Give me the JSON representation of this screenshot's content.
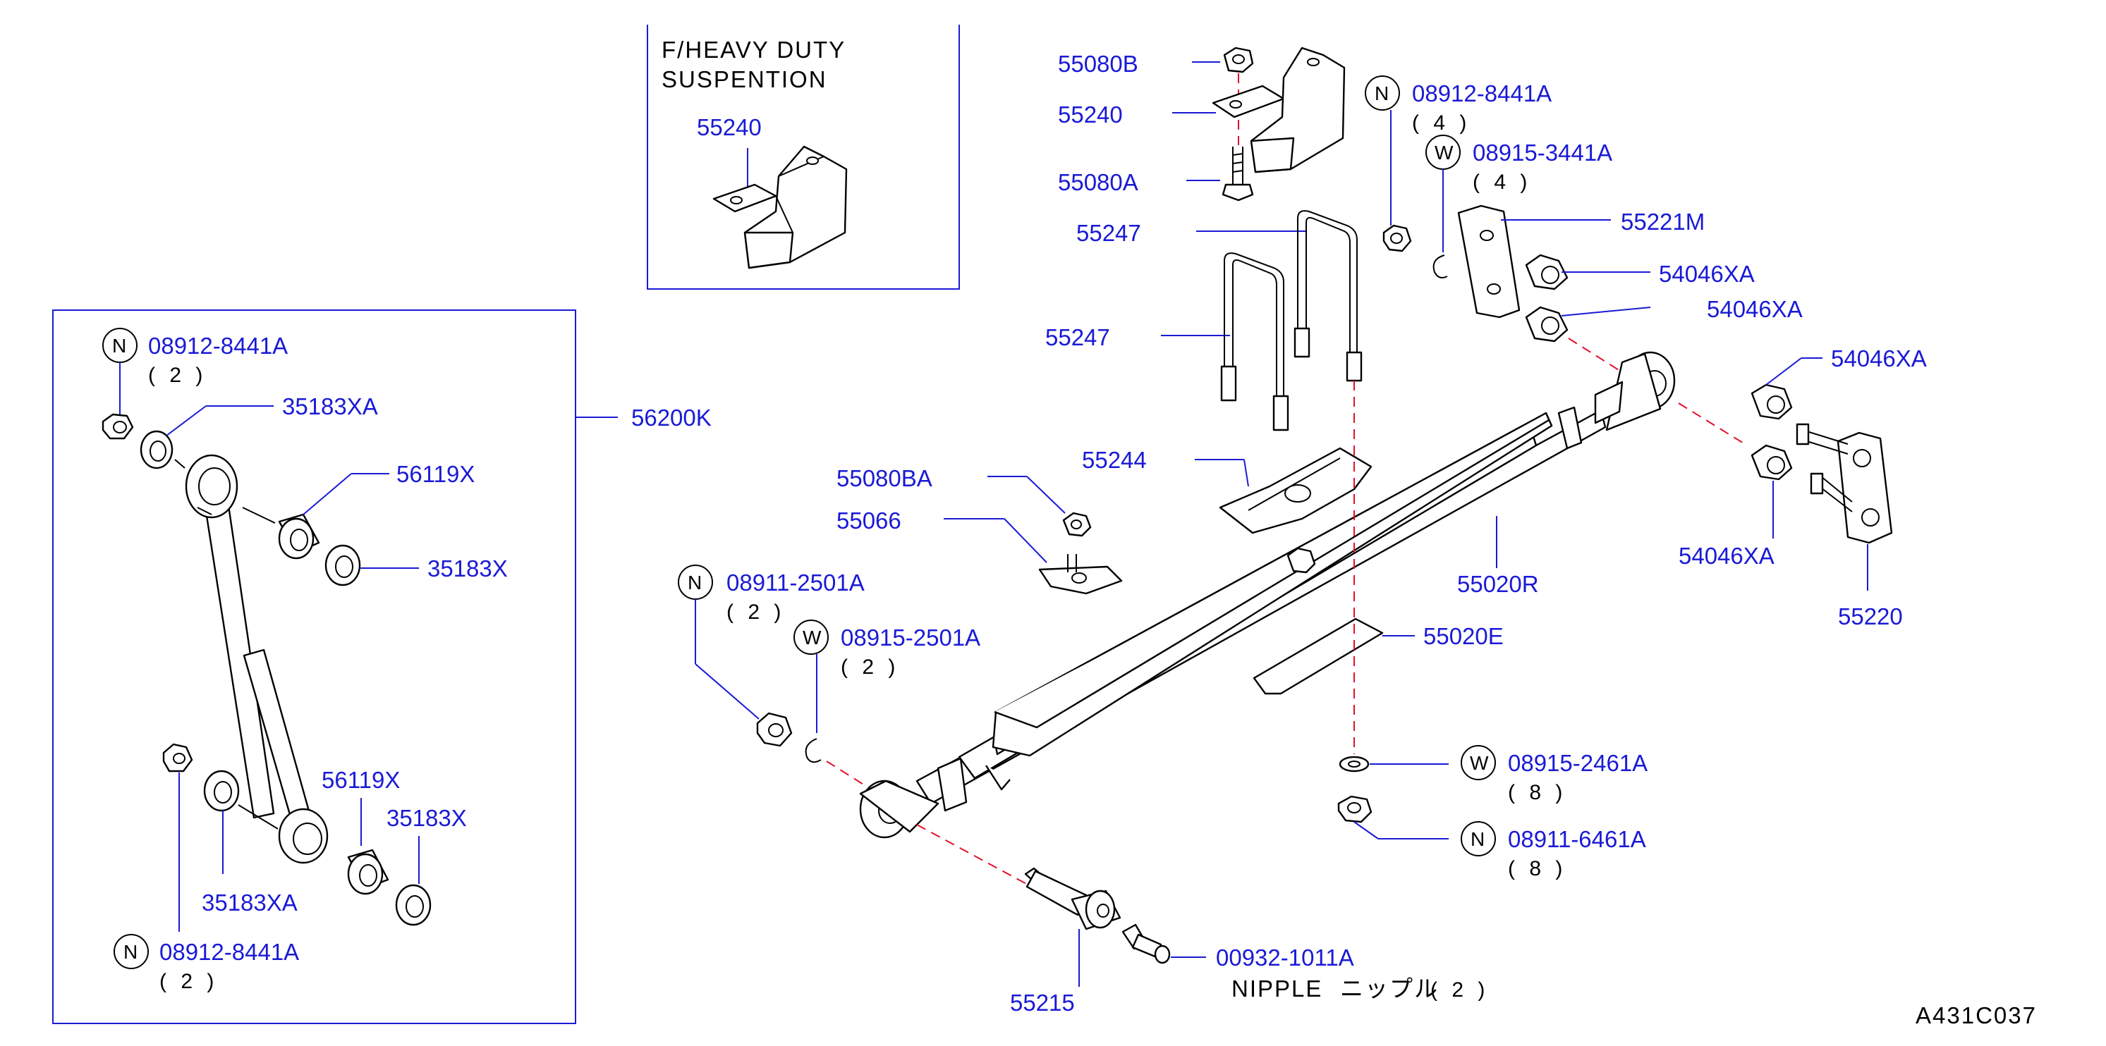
{
  "inset": {
    "title_line1": "F/HEAVY  DUTY",
    "title_line2": "SUSPENTION",
    "part": "55240"
  },
  "shock_box": {
    "label": "56200K",
    "n_top": {
      "symbol": "N",
      "part": "08912-8441A",
      "qty": "( 2 )"
    },
    "n_bottom": {
      "symbol": "N",
      "part": "08912-8441A",
      "qty": "( 2 )"
    },
    "parts": [
      "35183XA",
      "56119X",
      "35183X",
      "56119X",
      "35183X",
      "35183XA"
    ]
  },
  "top_parts": {
    "p55080B": "55080B",
    "p55240": "55240",
    "p55080A": "55080A",
    "p55247a": "55247",
    "p55247b": "55247",
    "n_shackle": {
      "symbol": "N",
      "part": "08912-8441A",
      "qty": "( 4 )"
    },
    "w_shackle": {
      "symbol": "W",
      "part": "08915-3441A",
      "qty": "( 4 )"
    },
    "p55221M": "55221M",
    "bush1": "54046XA",
    "bush2": "54046XA",
    "bush3": "54046XA",
    "bush4": "54046XA",
    "p55220": "55220"
  },
  "middle_parts": {
    "p55080BA": "55080BA",
    "p55066": "55066",
    "p55244": "55244",
    "p55020R": "55020R",
    "p55020E": "55020E",
    "n_front": {
      "symbol": "N",
      "part": "08911-2501A",
      "qty": "( 2 )"
    },
    "w_front": {
      "symbol": "W",
      "part": "08915-2501A",
      "qty": "( 2 )"
    },
    "w_ubolt": {
      "symbol": "W",
      "part": "08915-2461A",
      "qty": "( 8 )"
    },
    "n_ubolt": {
      "symbol": "N",
      "part": "08911-6461A",
      "qty": "( 8 )"
    }
  },
  "bottom_parts": {
    "p55215": "55215",
    "nipple_part": "00932-1011A",
    "nipple_label": "NIPPLE",
    "nipple_jp": "ニップル",
    "nipple_qty": "( 2 )",
    "drawing_id": "A431C037"
  }
}
